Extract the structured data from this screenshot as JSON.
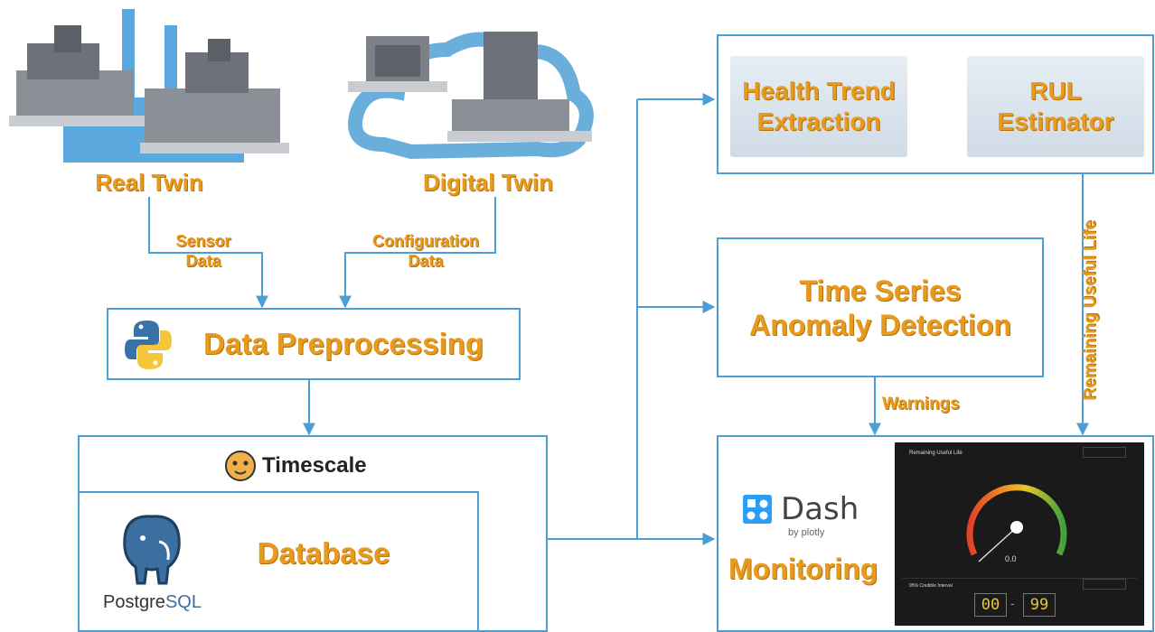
{
  "real_twin": {
    "label": "Real Twin"
  },
  "digital_twin": {
    "label": "Digital Twin"
  },
  "sensor_data": {
    "line1": "Sensor",
    "line2": "Data"
  },
  "configuration_data": {
    "line1": "Configuration",
    "line2": "Data"
  },
  "preprocessing": {
    "label": "Data Preprocessing"
  },
  "timescale": {
    "label": "Timescale"
  },
  "database": {
    "label": "Database",
    "postgres_text_a": "Postgre",
    "postgres_text_b": "SQL"
  },
  "health_trend": {
    "line1": "Health Trend",
    "line2": "Extraction"
  },
  "rul_estimator": {
    "line1": "RUL",
    "line2": "Estimator"
  },
  "remaining_useful_life": {
    "label": "Remaining Useful Life"
  },
  "anomaly": {
    "line1": "Time Series",
    "line2": "Anomaly Detection"
  },
  "warnings": {
    "label": "Warnings"
  },
  "monitoring": {
    "label": "Monitoring"
  },
  "dash": {
    "name": "Dash",
    "byline": "by plotly"
  },
  "dashboard": {
    "panel_title": "Remaining Useful Life",
    "gauge_value": "0.0",
    "interval_title": "95% Credible Interval",
    "interval_low": "00",
    "interval_high": "99",
    "separator": "-"
  },
  "colors": {
    "accent_blue": "#4b9fd5",
    "label_orange": "#e69a1e",
    "dashboard_bg": "#1a1a1a"
  }
}
